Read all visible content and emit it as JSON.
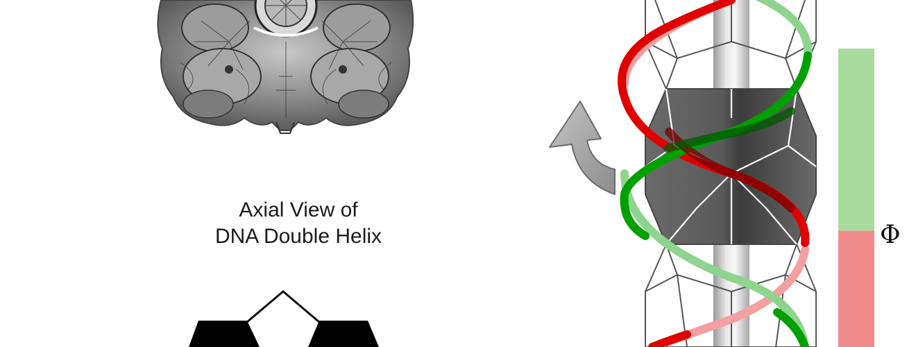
{
  "caption": {
    "line1": "Axial View of",
    "line2": "DNA Double Helix"
  },
  "phi_symbol": "Φ",
  "colors": {
    "strand_red": "#e00000",
    "strand_green": "#00a000",
    "bar_green": "#a8dc9c",
    "bar_red": "#f08c8c",
    "dodecahedron": "#6e6e6e",
    "axis_tube": "#bdbdbd",
    "arrow": "#a0a0a0"
  },
  "phi_bar": {
    "green_fraction": 0.61,
    "red_fraction": 0.39
  }
}
